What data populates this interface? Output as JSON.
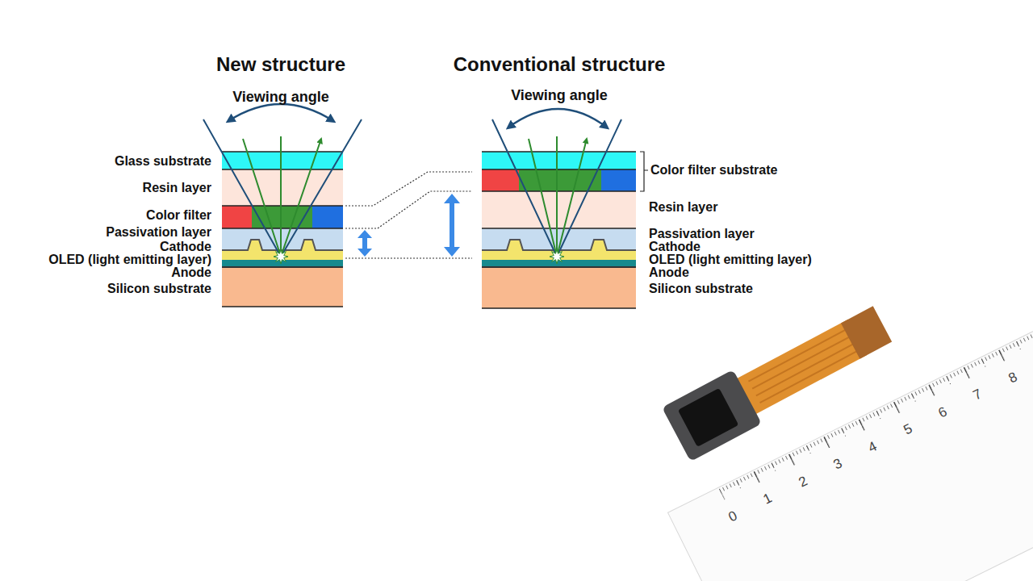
{
  "diagram": {
    "labels": [
      "New structure",
      "Viewing angle",
      "Glass substrate",
      "Resin layer",
      "Color filter",
      "Passivation layer",
      "Cathode",
      "OLED (light emitting layer)",
      "Anode",
      "Silicon substrate",
      "Conventional structure",
      "Viewing angle",
      "Color filter substrate",
      "Resin layer",
      "Passivation layer",
      "Cathode",
      "OLED (light emitting layer)",
      "Anode",
      "Silicon substrate",
      "0",
      "1",
      "2",
      "3",
      "4",
      "5",
      "6",
      "7",
      "8"
    ]
  }
}
